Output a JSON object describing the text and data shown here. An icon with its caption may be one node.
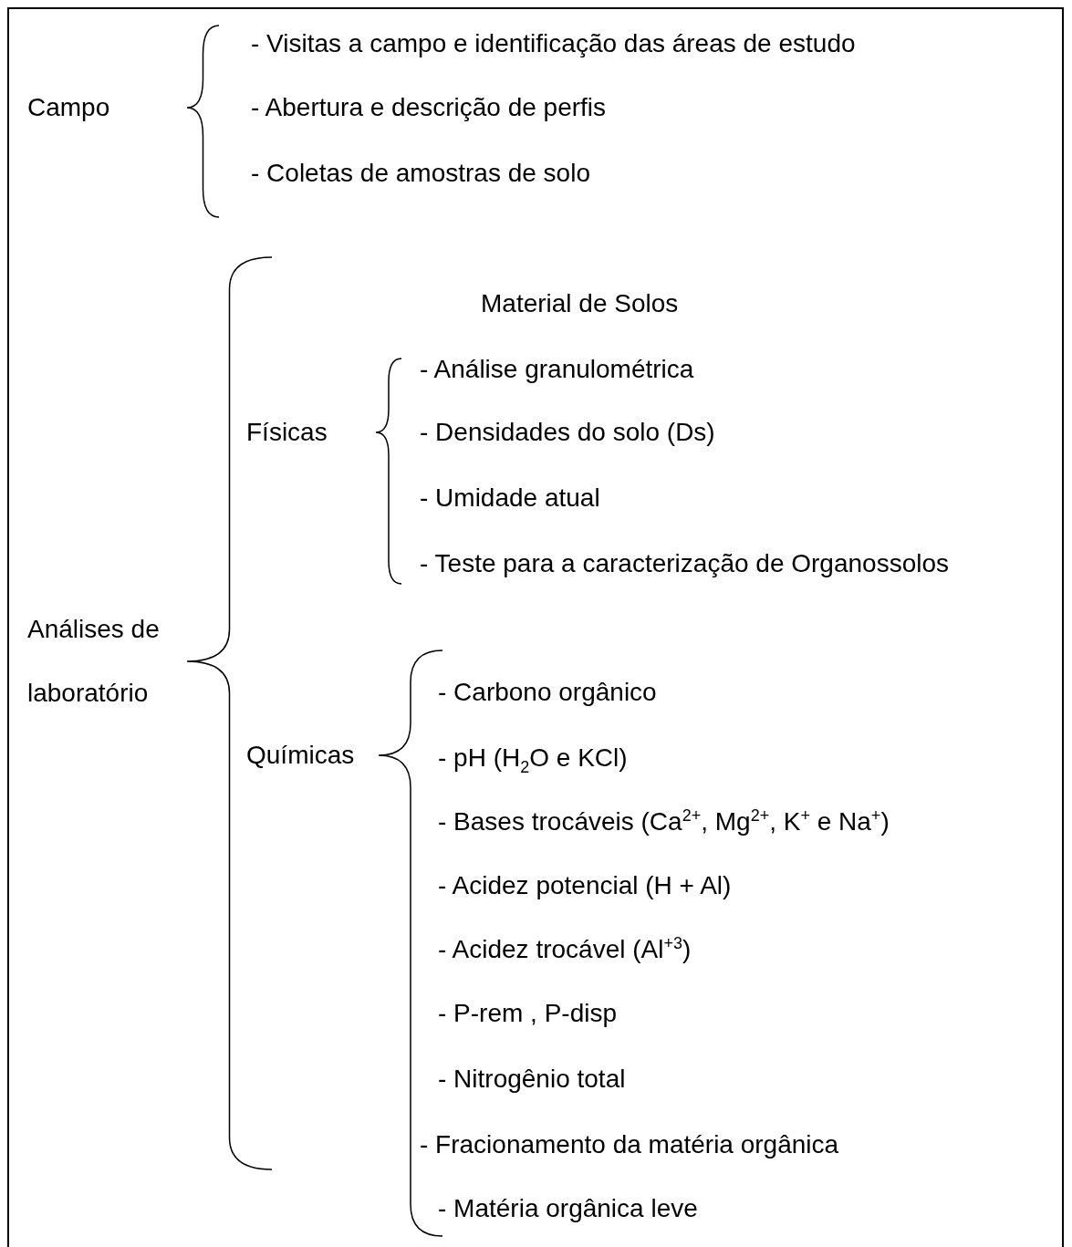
{
  "diagram": {
    "labels": [
      "Campo",
      "- Visitas a campo e identificação das áreas de estudo",
      "- Abertura e descrição de perfis",
      "- Coletas de amostras de solo",
      "Análises de laboratório",
      "Material de Solos",
      "Físicas",
      "- Análise granulométrica",
      "- Densidades do solo (Ds)",
      "- Umidade atual",
      "- Teste para a caracterização de Organossolos",
      "Químicas",
      "- Carbono orgânico",
      "- pH (H$_{2}$O e KCl)",
      "- Bases trocáveis (Ca$^{2+}$, Mg$^{2+}$, K$^{+}$ e Na$^{+}$)",
      "- Acidez potencial (H + Al)",
      "- Acidez trocável (Al$^{+3}$)",
      "- P-rem , P-disp",
      "- Nitrogênio total",
      "- Fracionamento da matéria orgânica",
      "- Matéria orgânica leve"
    ]
  }
}
